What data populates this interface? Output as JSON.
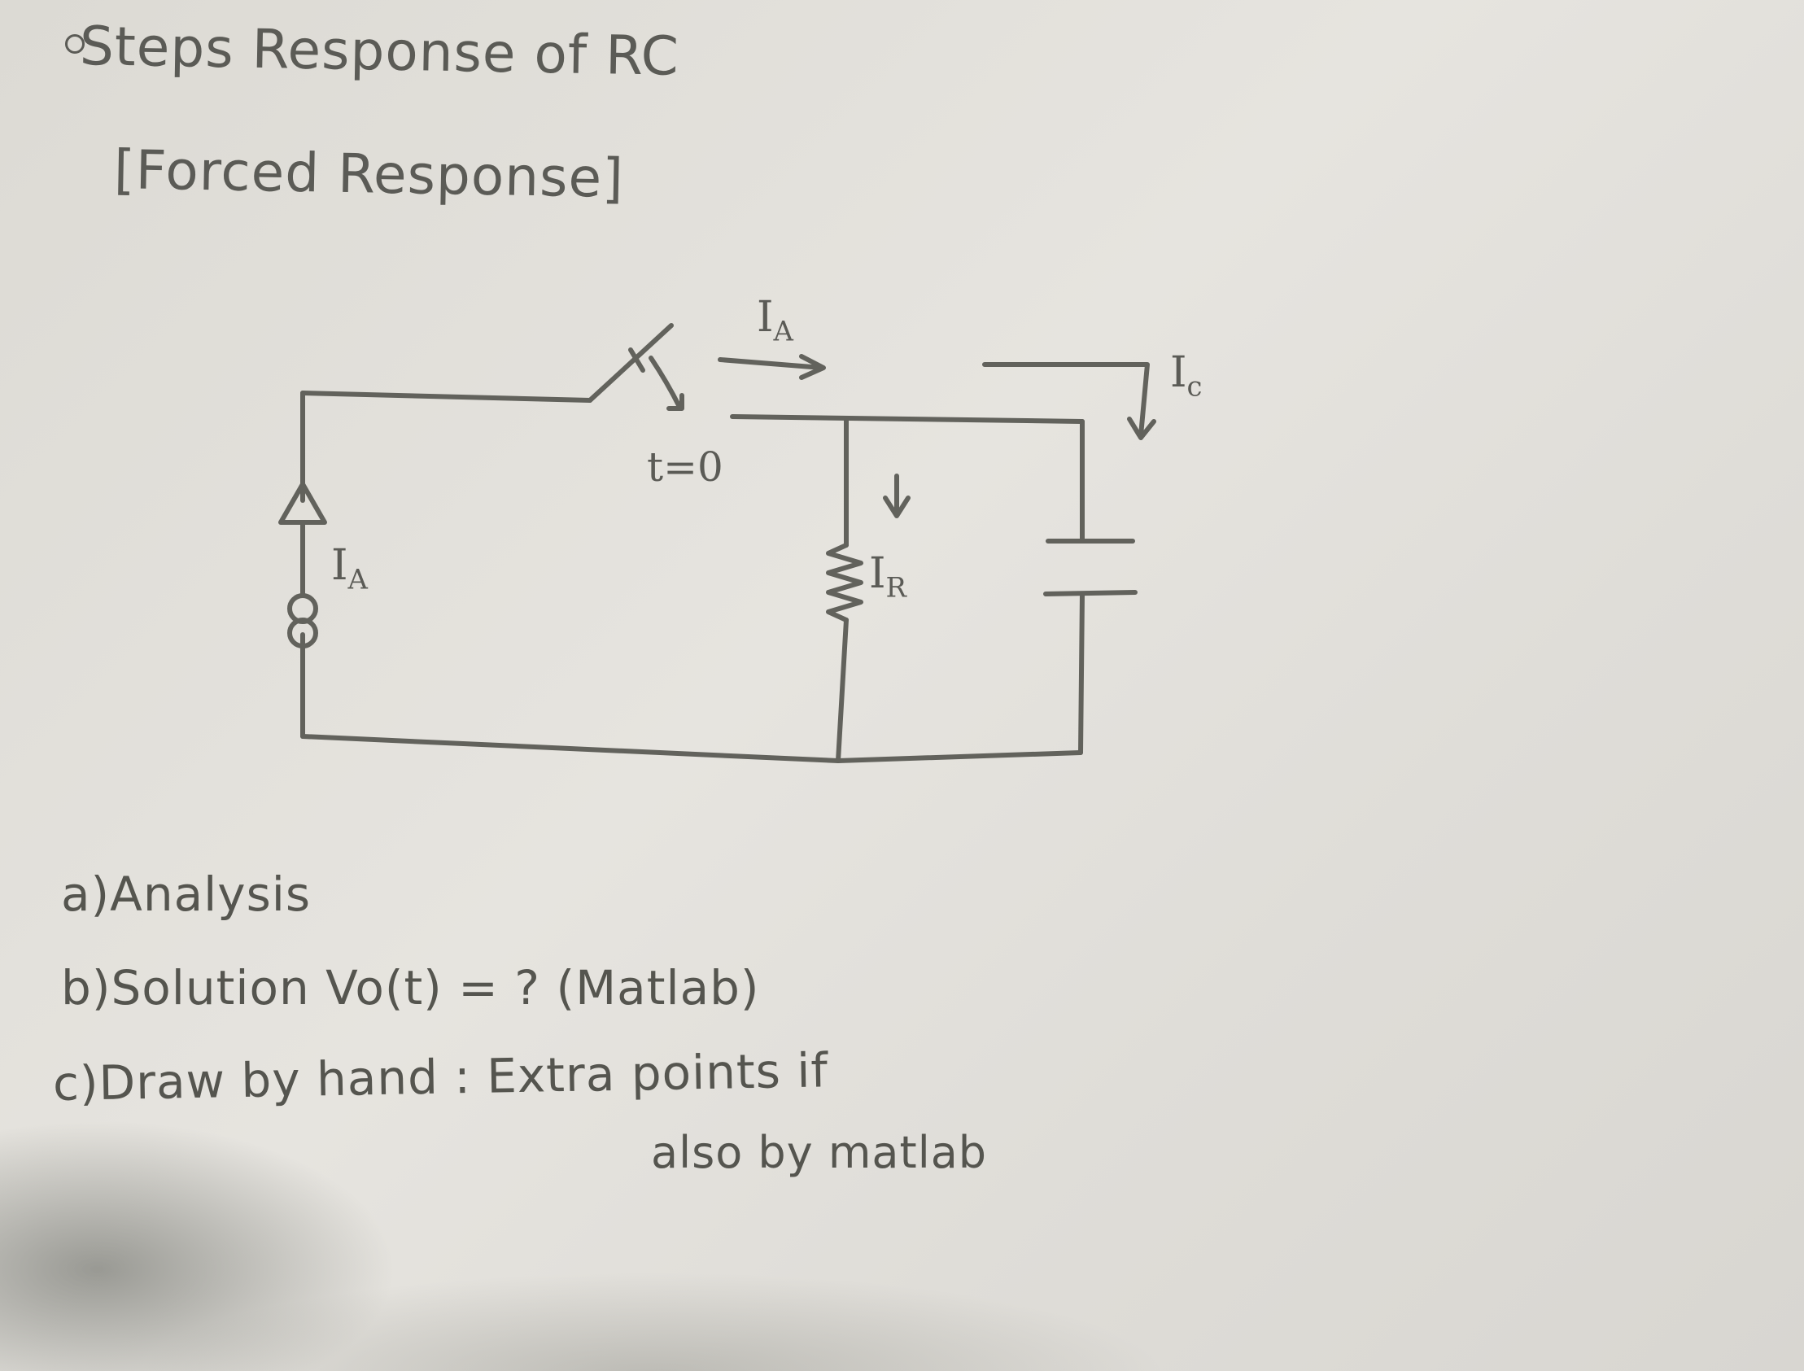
{
  "note": {
    "title": "Steps Response of RC",
    "subtitle": "[Forced Response]",
    "questions": [
      "a)Analysis",
      "b)Solution Vo(t) = ? (Matlab)",
      "c)Draw by hand : Extra points if",
      "also by matlab"
    ]
  },
  "circuit": {
    "switch_label": "t=0",
    "labels": {
      "source_current": "I",
      "source_current_sub": "A",
      "branch_current": "I",
      "branch_current_sub": "A",
      "resistor_current": "I",
      "resistor_current_sub": "R",
      "capacitor_current": "I",
      "capacitor_current_sub": "c"
    },
    "components": [
      "current-source",
      "switch",
      "resistor",
      "capacitor"
    ]
  },
  "colors": {
    "ink": "#5b5b56",
    "paper": "#e4e2dd",
    "background": "#8f9088"
  }
}
